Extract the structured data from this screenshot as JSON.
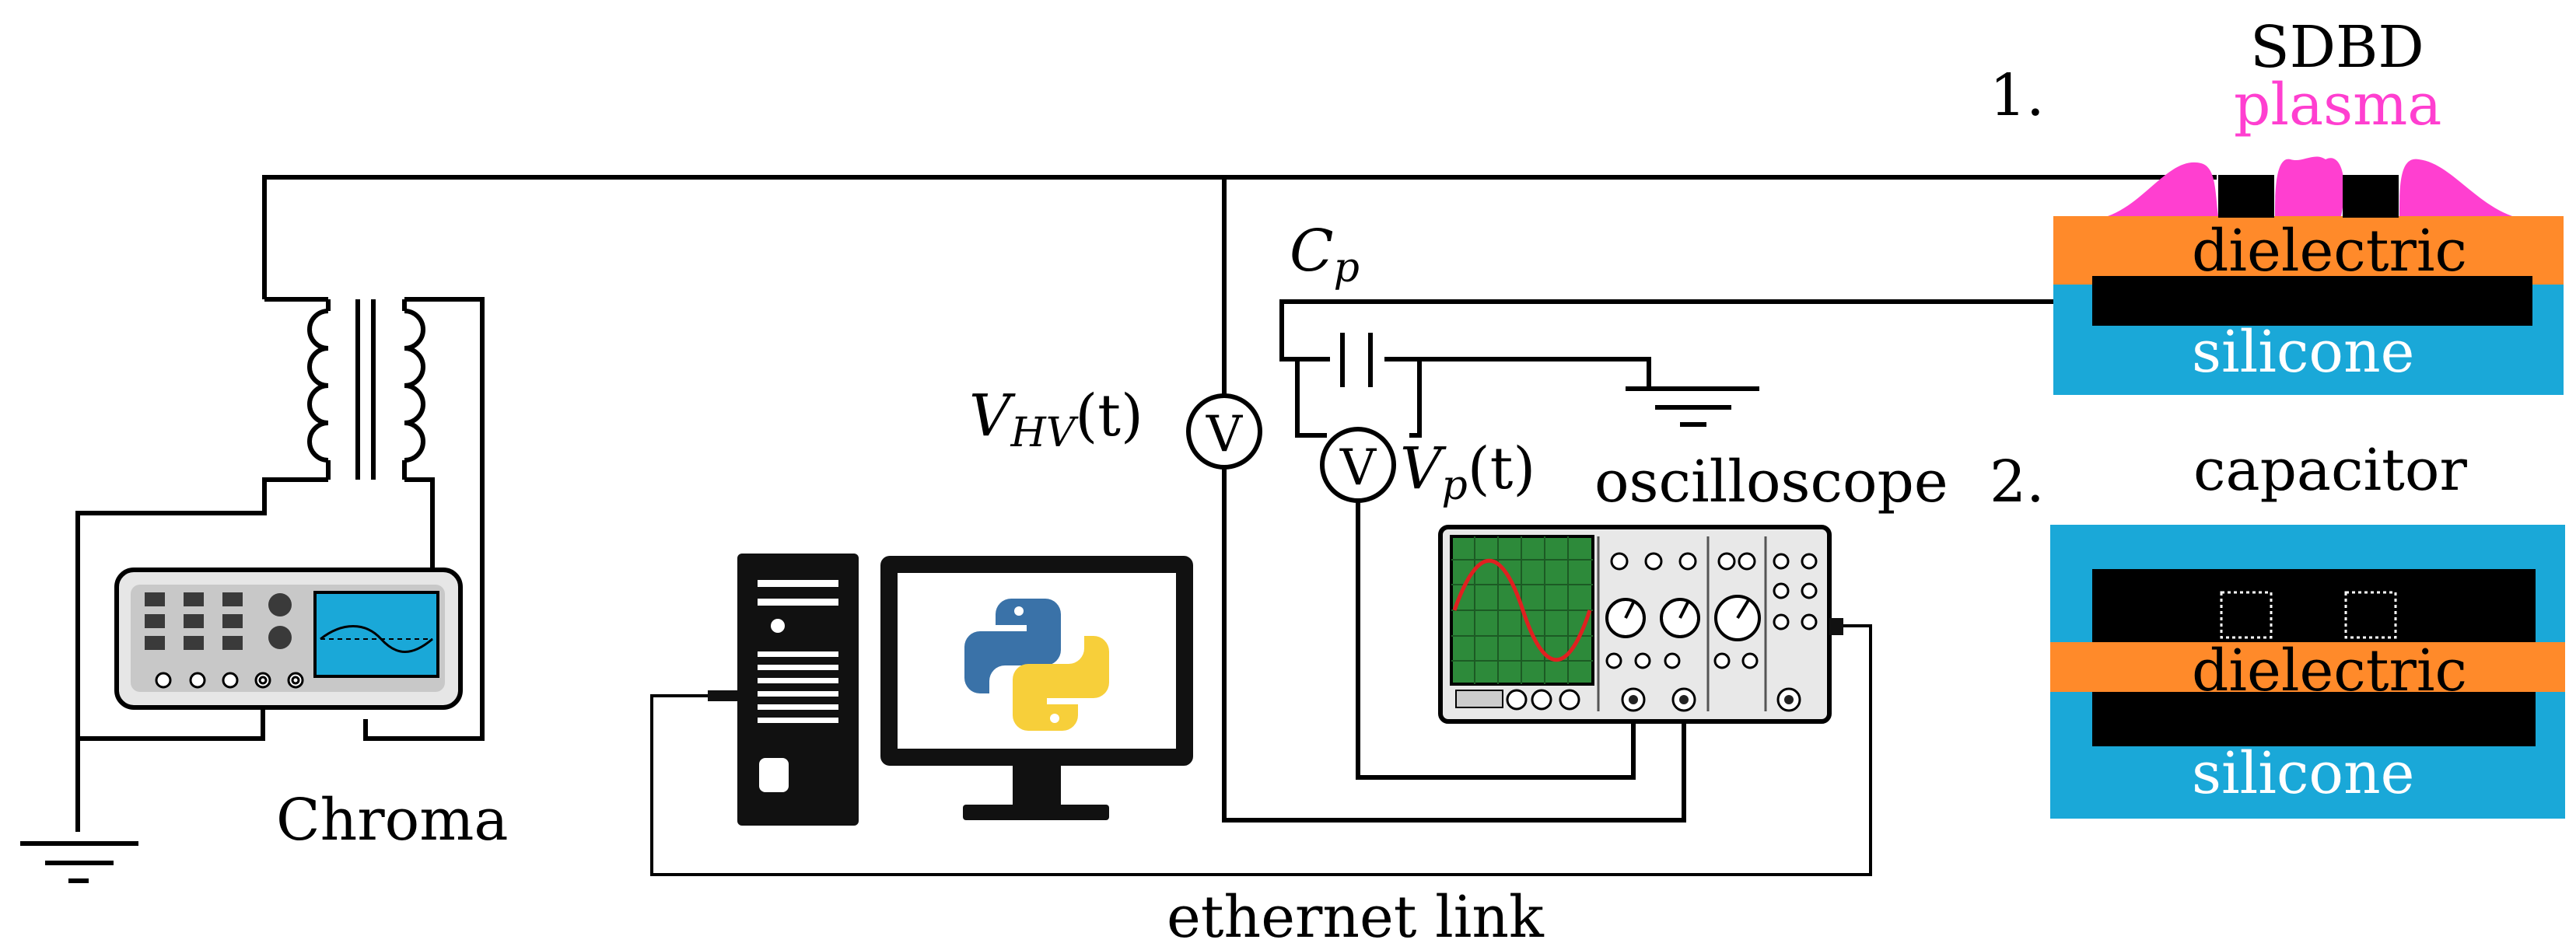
{
  "labels": {
    "chroma": "Chroma",
    "oscilloscope": "oscilloscope",
    "ethernet": "ethernet link",
    "v_hv_main": "V",
    "v_hv_sub": "HV",
    "v_hv_arg": "(t)",
    "v_p_main": "V",
    "v_p_sub": "p",
    "v_p_arg": "(t)",
    "c_p_main": "C",
    "c_p_sub": "p",
    "voltmeter_symbol": "V",
    "config1_num": "1.",
    "config2_num": "2.",
    "sdbd": "SDBD",
    "plasma": "plasma",
    "dielectric": "dielectric",
    "silicone": "silicone",
    "capacitor": "capacitor"
  },
  "colors": {
    "plasma": "#ff3fd0",
    "dielectric": "#ff8a2a",
    "silicone": "#1aa8d8",
    "electrode": "#000000",
    "screen": "#1aa8d8",
    "scope_screen": "#2d8a3a",
    "scope_trace": "#e02020",
    "python_blue": "#3a72a8",
    "python_yellow": "#f7cf3a"
  },
  "icons": {
    "generator": "signal-generator-icon",
    "transformer": "transformer-icon",
    "computer": "computer-tower-icon",
    "monitor": "monitor-icon",
    "python": "python-logo-icon",
    "scope": "oscilloscope-icon",
    "ground": "ground-icon"
  }
}
